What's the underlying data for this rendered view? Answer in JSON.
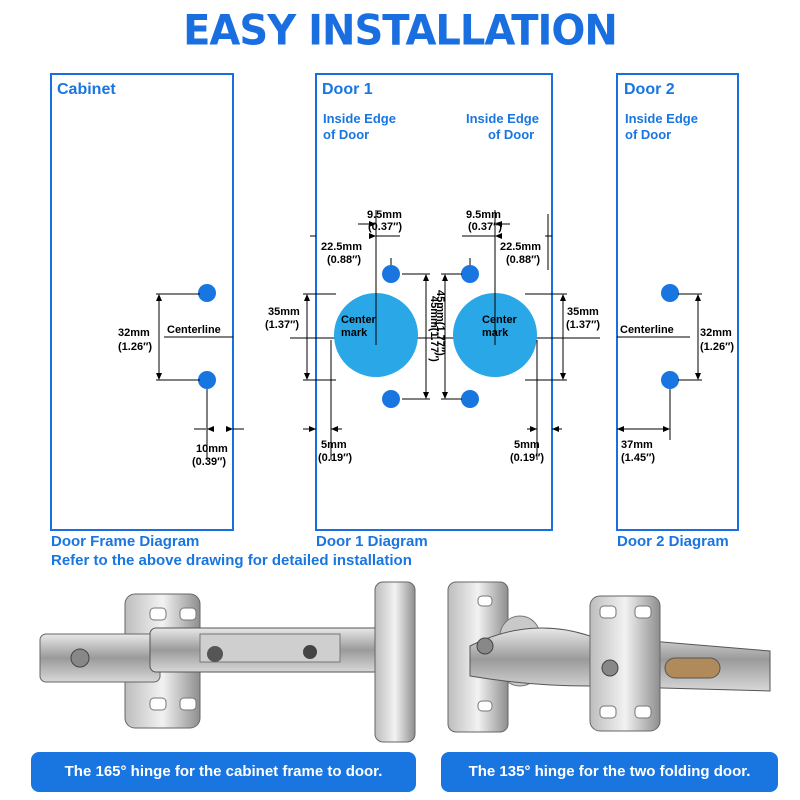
{
  "title": "EASY INSTALLATION",
  "panels": {
    "cabinet": {
      "label": "Cabinet",
      "caption": "Door Frame Diagram",
      "centerline": "Centerline",
      "dim_spacing": [
        "32mm",
        "(1.26″)"
      ],
      "dim_edge": [
        "10mm",
        "(0.39″)"
      ]
    },
    "door1": {
      "label": "Door 1",
      "caption": "Door 1 Diagram",
      "edge_left": [
        "Inside Edge",
        "of Door"
      ],
      "edge_right": [
        "Inside Edge",
        "of Door"
      ],
      "center_mark": [
        "Center",
        "mark"
      ]
    },
    "door2": {
      "label": "Door 2",
      "caption": "Door 2 Diagram",
      "centerline": "Centerline",
      "edge": [
        "Inside Edge",
        "of Door"
      ],
      "dim_spacing": [
        "32mm",
        "(1.26″)"
      ],
      "dim_edge": [
        "37mm",
        "(1.45″)"
      ]
    }
  },
  "dimensions": {
    "d95": [
      "9.5mm",
      "(0.37″)"
    ],
    "d225": [
      "22.5mm",
      "(0.88″)"
    ],
    "d35": [
      "35mm",
      "(1.37″)"
    ],
    "d45": "45mm(1.77″)",
    "d5": [
      "5mm",
      "(0.19″)"
    ]
  },
  "note": "Refer to  the above drawing for detailed installation",
  "banners": {
    "left": "The 165° hinge for the cabinet frame to door.",
    "right": "The 135° hinge for the two folding door."
  },
  "colors": {
    "accent": "#1976e0",
    "cup": "#2aa7e6",
    "outline": "#1a6fe0"
  },
  "icons": [
    "hinge-165-photo",
    "hinge-135-photo"
  ]
}
